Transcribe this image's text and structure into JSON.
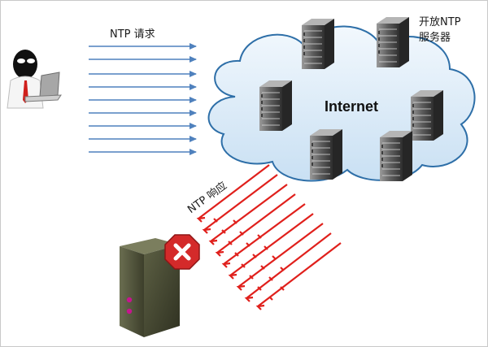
{
  "labels": {
    "ntp_request": "NTP 请求",
    "open_ntp_servers_line1": "开放NTP",
    "open_ntp_servers_line2": "服务器",
    "internet": "Internet",
    "ntp_response": "NTP 响应"
  },
  "icons": {
    "attacker": "hooded-figure-laptop-icon",
    "rack_server": "rack-server-icon",
    "victim_server": "tower-server-icon",
    "error_badge": "red-x-octagon-icon"
  },
  "colors": {
    "request_arrows": "#4f81bd",
    "response_arrows": "#e0201c",
    "cloud_fill": "#dcecf8",
    "cloud_stroke": "#2e6fa8",
    "error_badge": "#d42a2a",
    "victim_server": "#4b4e36"
  }
}
